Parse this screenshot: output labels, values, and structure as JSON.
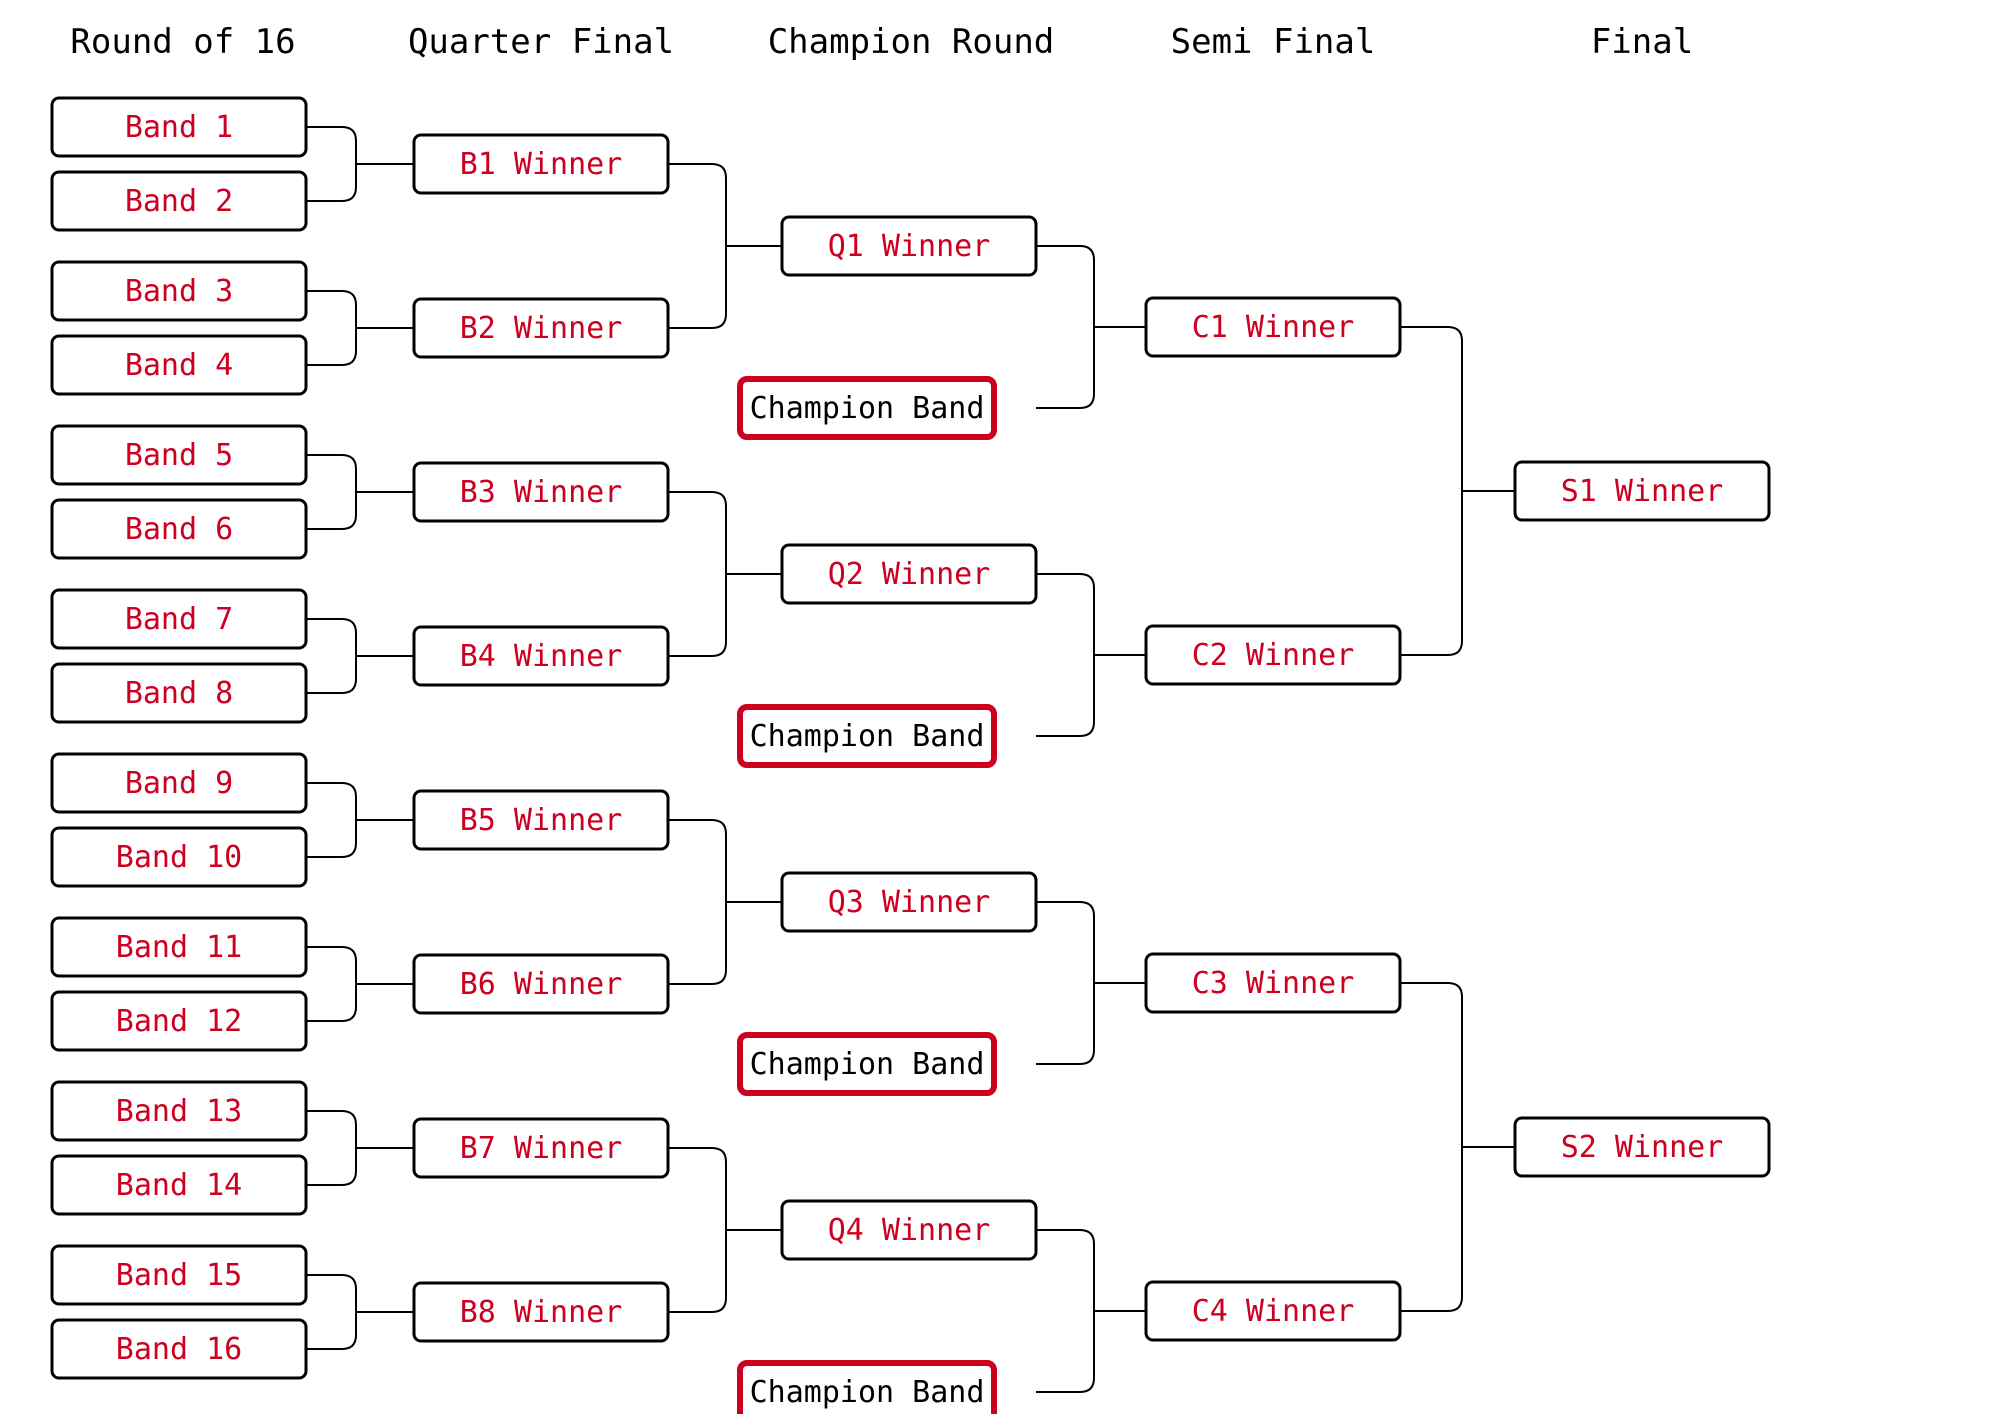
{
  "rounds": [
    "Round of 16",
    "Quarter Final",
    "Champion Round",
    "Semi Final",
    "Final"
  ],
  "round_of_16": [
    "Band 1",
    "Band 2",
    "Band 3",
    "Band 4",
    "Band 5",
    "Band 6",
    "Band 7",
    "Band 8",
    "Band 9",
    "Band 10",
    "Band 11",
    "Band 12",
    "Band 13",
    "Band 14",
    "Band 15",
    "Band 16"
  ],
  "quarter_final": [
    "B1 Winner",
    "B2 Winner",
    "B3 Winner",
    "B4 Winner",
    "B5 Winner",
    "B6 Winner",
    "B7 Winner",
    "B8 Winner"
  ],
  "champion_round": [
    {
      "winner": "Q1 Winner",
      "champion": "Champion Band"
    },
    {
      "winner": "Q2 Winner",
      "champion": "Champion Band"
    },
    {
      "winner": "Q3 Winner",
      "champion": "Champion Band"
    },
    {
      "winner": "Q4 Winner",
      "champion": "Champion Band"
    }
  ],
  "semi_final": [
    "C1 Winner",
    "C2 Winner",
    "C3 Winner",
    "C4 Winner"
  ],
  "final": [
    "S1 Winner",
    "S2 Winner"
  ],
  "colors": {
    "text_accent": "#cc0020",
    "champion_border": "#cc0020",
    "line": "#000000"
  }
}
